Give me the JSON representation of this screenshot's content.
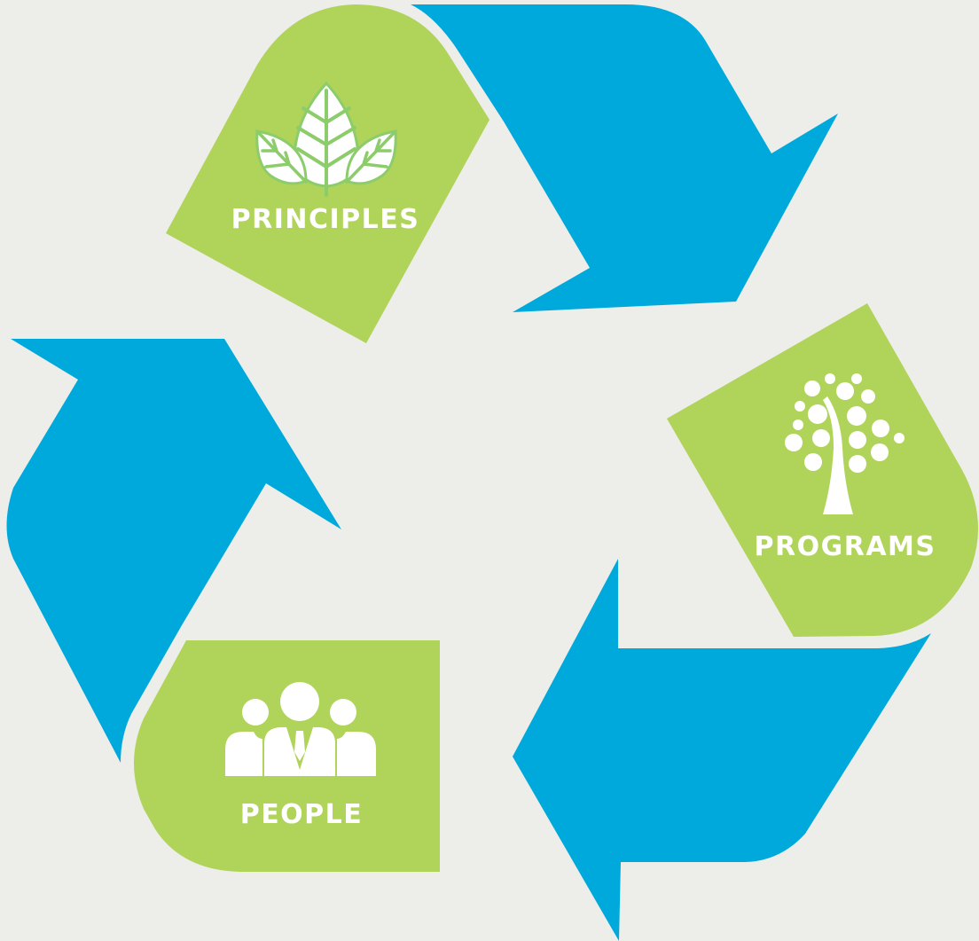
{
  "colors": {
    "background": "#ededea",
    "arrow": "#00a9db",
    "panel": "#b0d35a",
    "icon": "#ffffff",
    "leaf_outline": "#8ccc6b"
  },
  "cycle": {
    "principles": {
      "label": "PRINCIPLES",
      "icon": "leaves-icon"
    },
    "programs": {
      "label": "PROGRAMS",
      "icon": "tree-icon"
    },
    "people": {
      "label": "PEOPLE",
      "icon": "people-group-icon"
    }
  }
}
